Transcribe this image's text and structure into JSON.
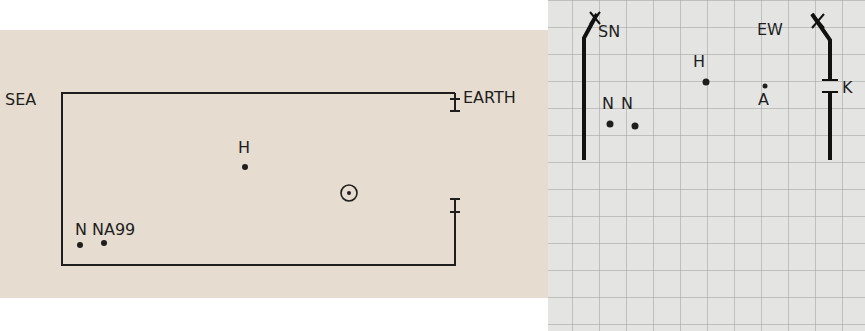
{
  "diagram": {
    "labels": [
      "SEA",
      "EARTH",
      "H",
      "N",
      "NA99",
      "SN",
      "EW",
      "H",
      "A",
      "N",
      "N",
      "K"
    ]
  }
}
